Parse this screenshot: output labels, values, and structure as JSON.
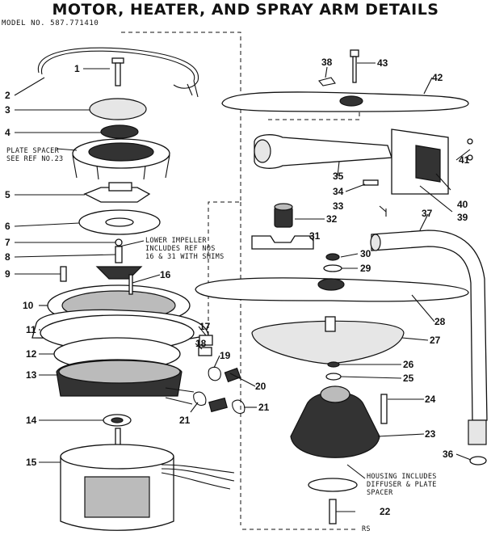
{
  "header": {
    "title": "MOTOR, HEATER, AND SPRAY ARM DETAILS",
    "model": "MODEL NO. 587.771410"
  },
  "notes": {
    "plate_spacer": "PLATE SPACER\nSEE REF NO.23",
    "lower_impeller": "LOWER IMPELLER\nINCLUDES REF NOS\n16 & 31 WITH SHIMS",
    "housing": "HOUSING INCLUDES\nDIFFUSER & PLATE\nSPACER",
    "footer": "RS"
  },
  "callouts": [
    "1",
    "2",
    "3",
    "4",
    "5",
    "6",
    "7",
    "8",
    "9",
    "10",
    "11",
    "12",
    "13",
    "14",
    "15",
    "16",
    "17",
    "18",
    "19",
    "20",
    "21",
    "21",
    "22",
    "23",
    "24",
    "25",
    "26",
    "27",
    "28",
    "29",
    "30",
    "31",
    "32",
    "33",
    "34",
    "35",
    "36",
    "37",
    "38",
    "39",
    "40",
    "41",
    "42",
    "43"
  ]
}
